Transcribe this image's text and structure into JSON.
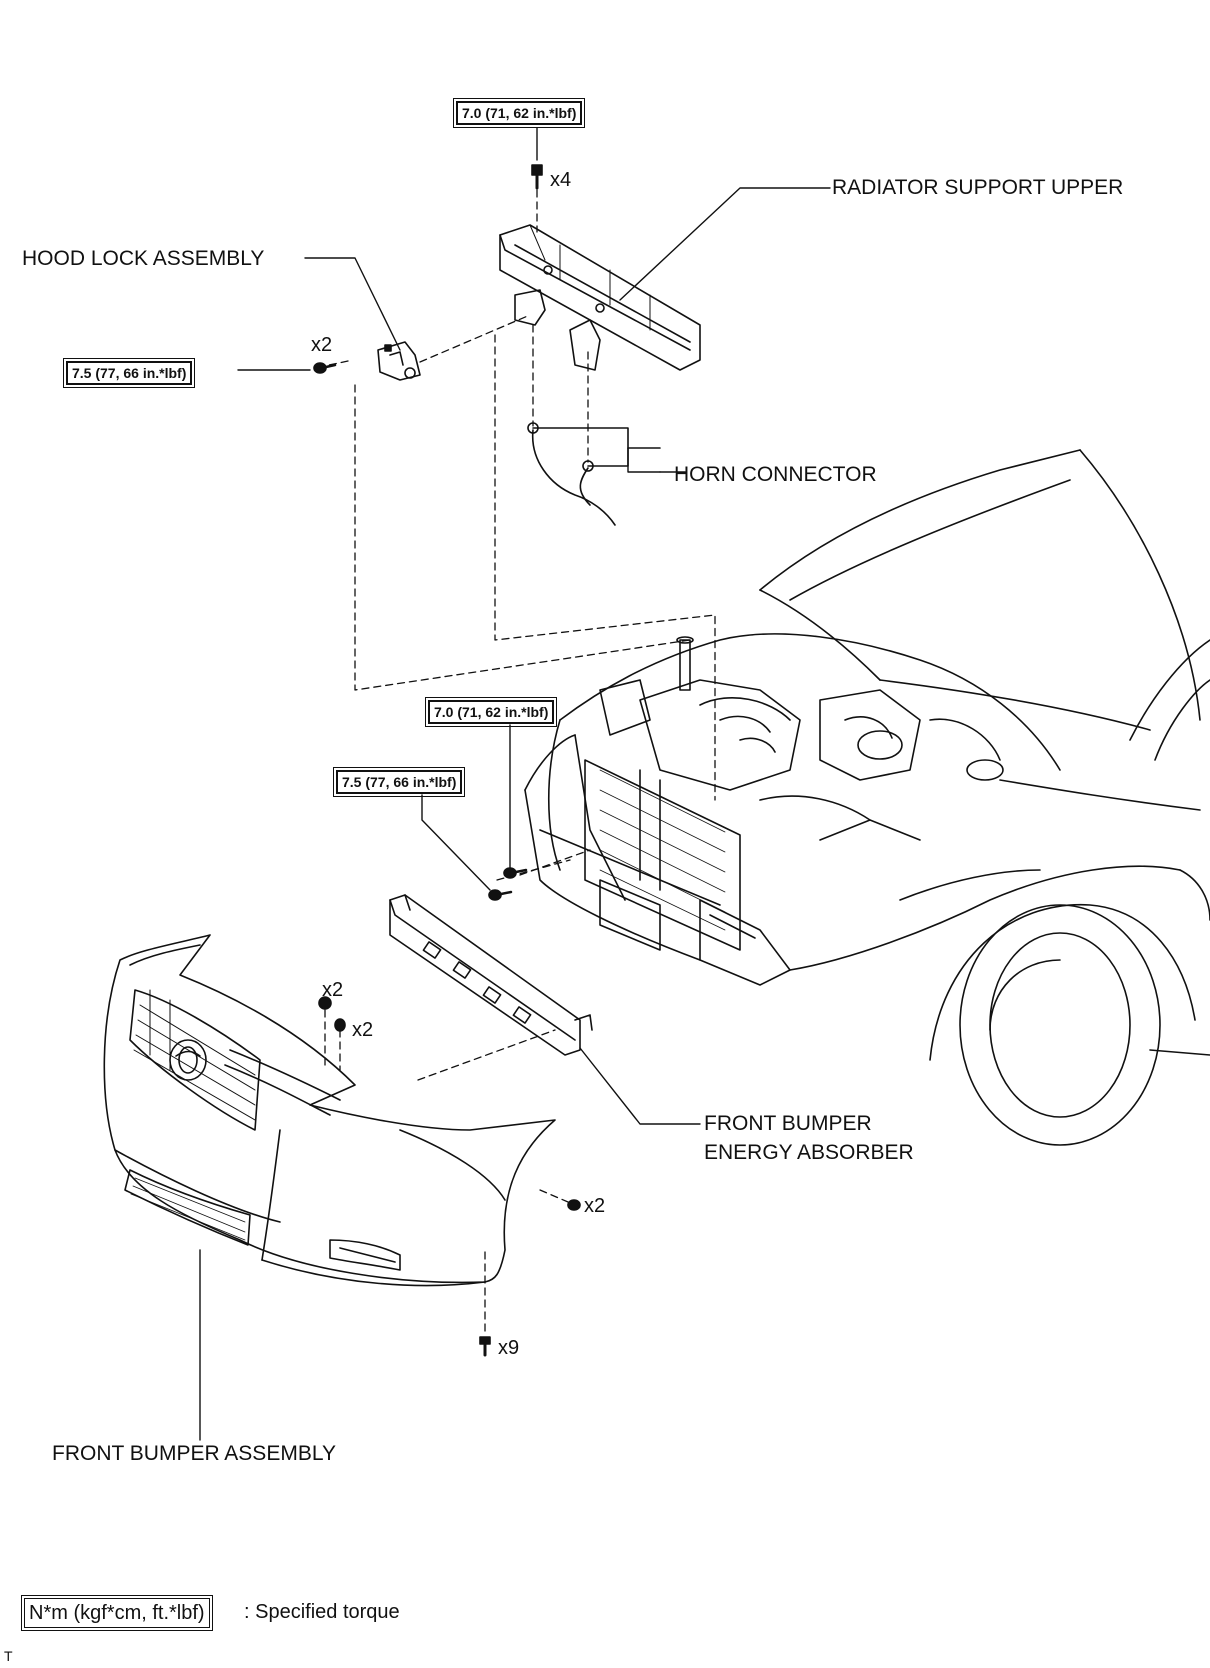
{
  "labels": {
    "radiator_support_upper": "RADIATOR SUPPORT UPPER",
    "hood_lock_assembly": "HOOD LOCK ASSEMBLY",
    "horn_connector": "HORN CONNECTOR",
    "front_bumper_energy_absorber_line1": "FRONT BUMPER",
    "front_bumper_energy_absorber_line2": "ENERGY ABSORBER",
    "front_bumper_assembly": "FRONT BUMPER ASSEMBLY"
  },
  "torques": {
    "radiator_support_bolts": "7.0 (71, 62 in.*lbf)",
    "hood_lock_bolts": "7.5 (77, 66 in.*lbf)",
    "absorber_upper_bolt": "7.0 (71, 62 in.*lbf)",
    "absorber_lower_bolt": "7.5 (77, 66 in.*lbf)"
  },
  "quantities": {
    "radiator_support_bolts": "x4",
    "hood_lock_bolts": "x2",
    "bumper_top_bolts": "x2",
    "bumper_top_clips": "x2",
    "bumper_side_screws": "x2",
    "bumper_bottom_screws": "x9"
  },
  "legend": {
    "unit_box": "N*m (kgf*cm, ft.*lbf)",
    "description": ": Specified torque"
  },
  "figure_ref": "T",
  "colors": {
    "ink": "#111111",
    "background": "#ffffff"
  }
}
